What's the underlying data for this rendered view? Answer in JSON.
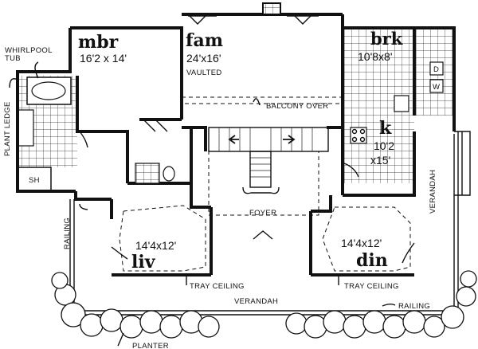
{
  "rooms": {
    "mbr": {
      "name": "mbr",
      "dims": "16'2 x 14'"
    },
    "fam": {
      "name": "fam",
      "dims": "24'x16'",
      "note": "VAULTED"
    },
    "brk": {
      "name": "brk",
      "dims": "10'8x8'"
    },
    "k": {
      "name": "k",
      "dims_line1": "10'2",
      "dims_line2": "x15'"
    },
    "liv": {
      "name": "liv",
      "dims": "14'4x12'"
    },
    "din": {
      "name": "din",
      "dims": "14'4x12'"
    }
  },
  "labels": {
    "whirlpool_line1": "WHIRLPOOL",
    "whirlpool_line2": "TUB",
    "plant_ledge": "PLANT LEDGE",
    "balcony_over": "BALCONY OVER",
    "sh": "SH",
    "foyer": "FOYER",
    "railing_left": "RAILING",
    "railing_right": "RAILING",
    "verandah_right": "VERANDAH",
    "verandah_bottom": "VERANDAH",
    "tray_ceiling_liv": "TRAY CEILING",
    "tray_ceiling_din": "TRAY CEILING",
    "planter": "PLANTER",
    "d": "D",
    "w": "W"
  }
}
